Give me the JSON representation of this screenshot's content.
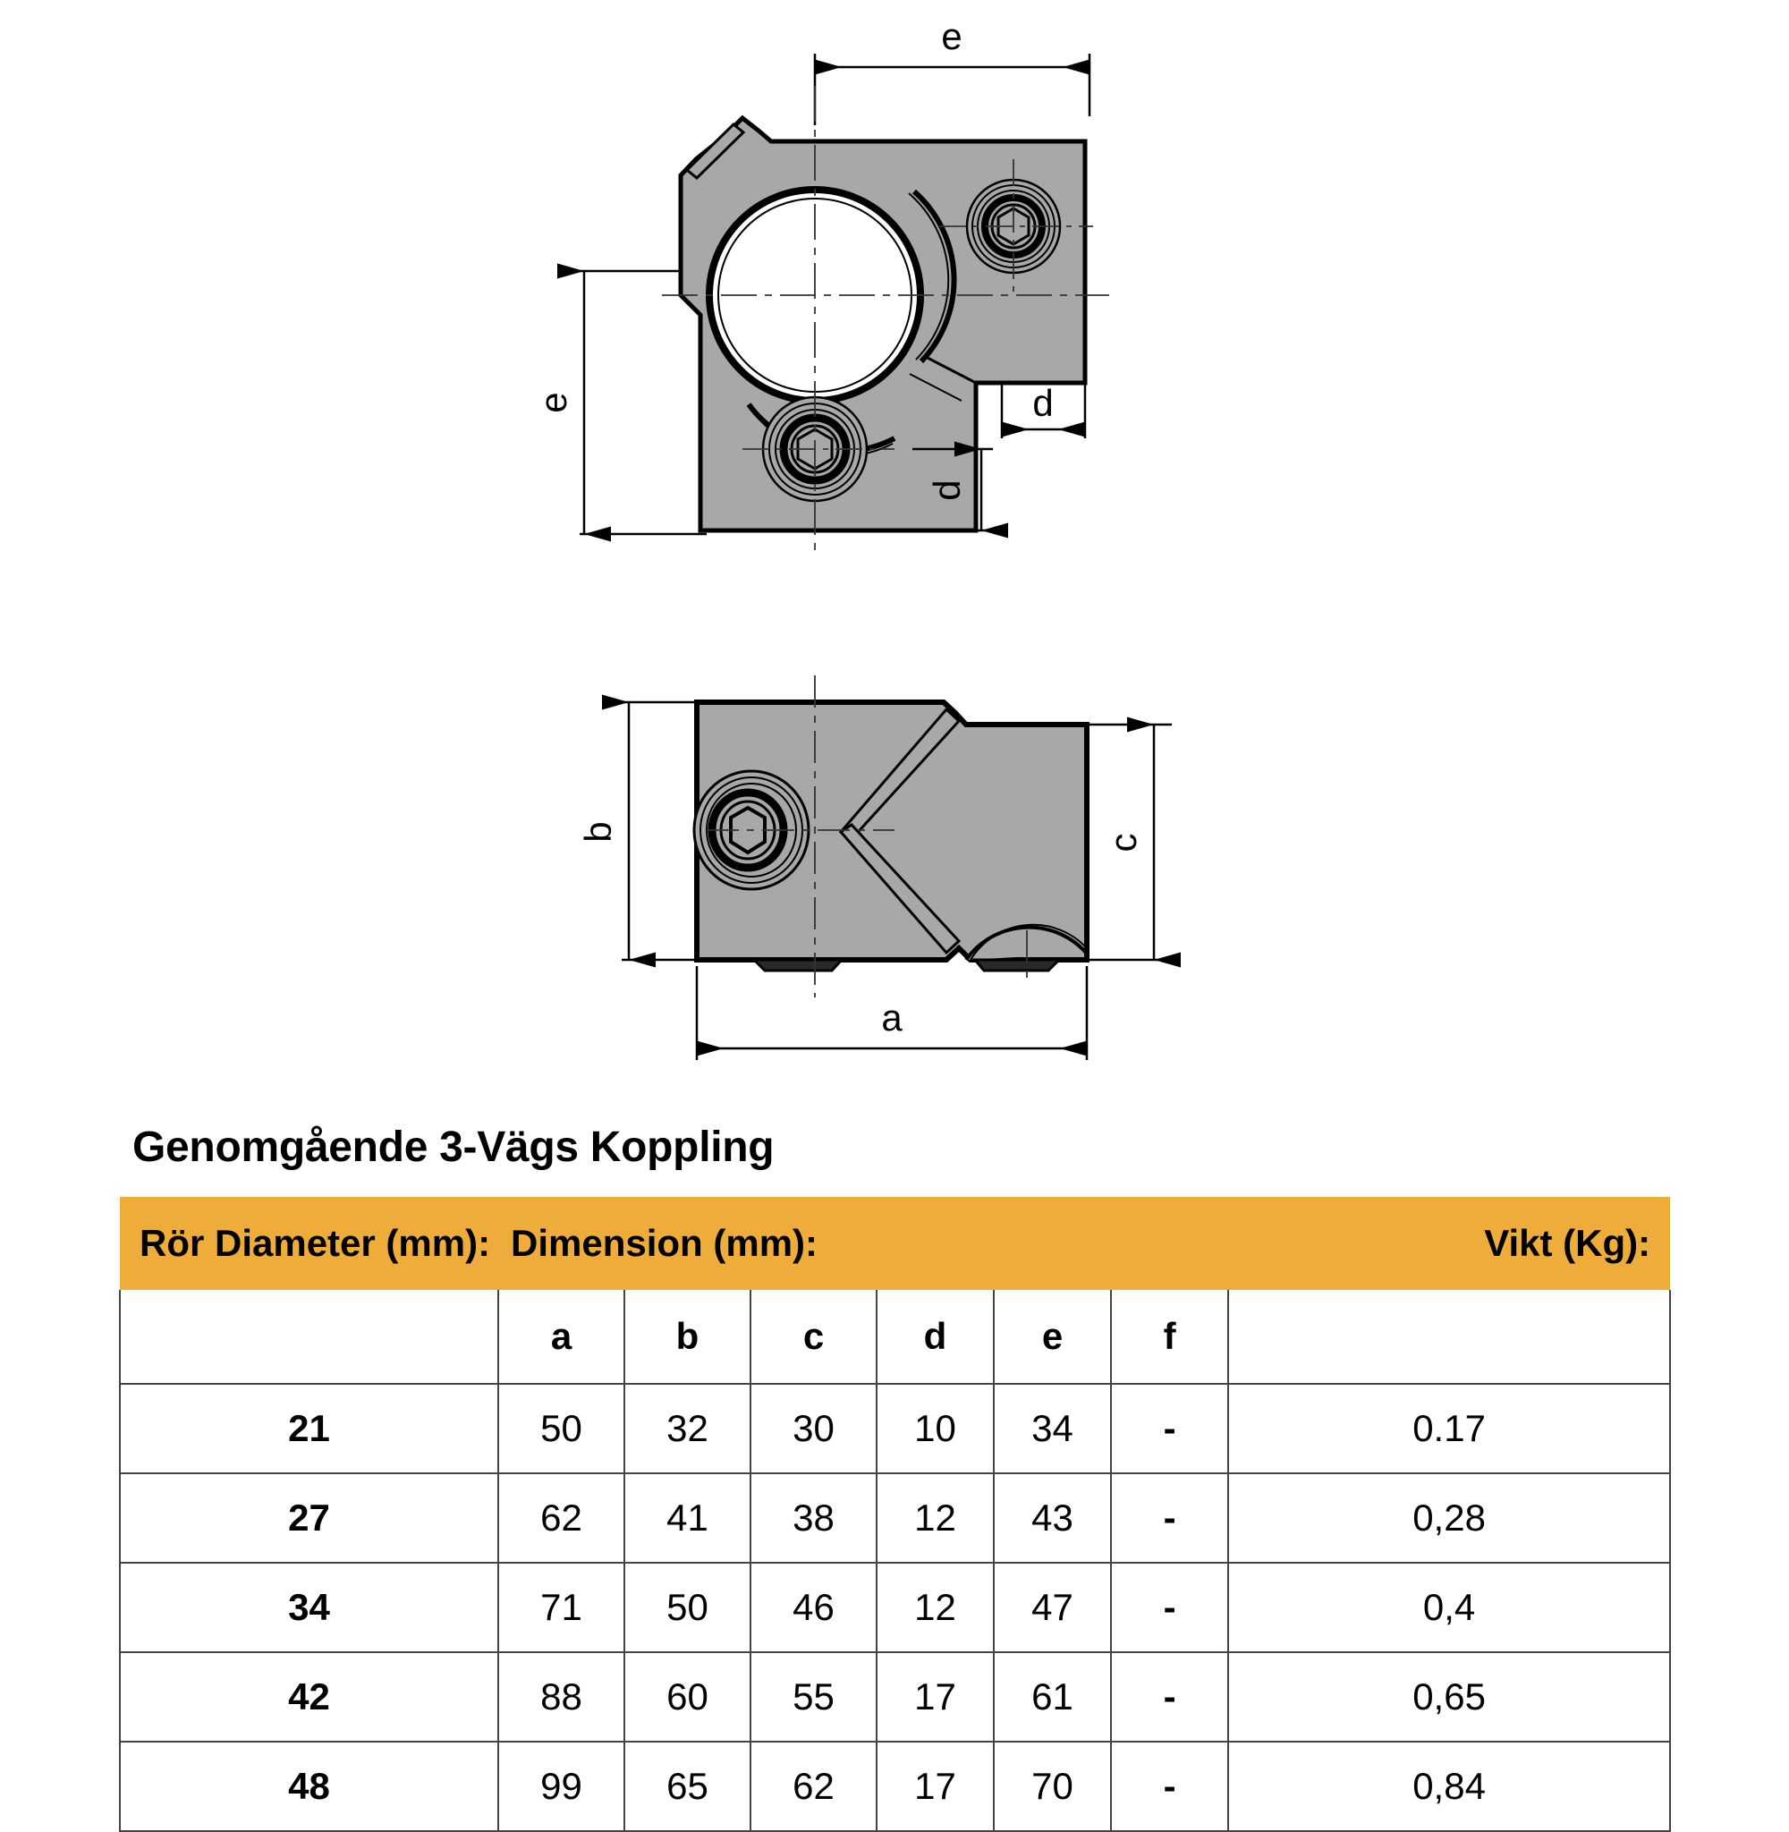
{
  "title": "Genomgående 3-Vägs Koppling",
  "colors": {
    "header_orange": "#eeac3a",
    "part_gray": "#a8a8a8",
    "line_black": "#000000",
    "table_border": "#444444"
  },
  "drawings": {
    "top_view": {
      "name": "top-view-three-way-through-coupling",
      "dimension_labels": [
        {
          "label": "e",
          "orientation": "horizontal",
          "position": "top"
        },
        {
          "label": "e",
          "orientation": "vertical",
          "position": "left"
        },
        {
          "label": "d",
          "orientation": "horizontal",
          "position": "right"
        },
        {
          "label": "d",
          "orientation": "vertical",
          "position": "right-lower"
        }
      ]
    },
    "side_view": {
      "name": "side-view-three-way-through-coupling",
      "dimension_labels": [
        {
          "label": "b",
          "orientation": "vertical",
          "position": "left"
        },
        {
          "label": "c",
          "orientation": "vertical",
          "position": "right"
        },
        {
          "label": "a",
          "orientation": "horizontal",
          "position": "bottom"
        }
      ]
    }
  },
  "table": {
    "banner": {
      "diameter_header": "Rör  Diameter (mm):",
      "dimension_header": "Dimension (mm):",
      "weight_header": "Vikt (Kg):"
    },
    "letters": {
      "blank_left": "",
      "a": "a",
      "b": "b",
      "c": "c",
      "d": "d",
      "e": "e",
      "f": "f",
      "blank_right": ""
    },
    "rows": [
      {
        "dia": "21",
        "a": "50",
        "b": "32",
        "c": "30",
        "d": "10",
        "e": "34",
        "f": "-",
        "weight": "0.17"
      },
      {
        "dia": "27",
        "a": "62",
        "b": "41",
        "c": "38",
        "d": "12",
        "e": "43",
        "f": "-",
        "weight": "0,28"
      },
      {
        "dia": "34",
        "a": "71",
        "b": "50",
        "c": "46",
        "d": "12",
        "e": "47",
        "f": "-",
        "weight": "0,4"
      },
      {
        "dia": "42",
        "a": "88",
        "b": "60",
        "c": "55",
        "d": "17",
        "e": "61",
        "f": "-",
        "weight": "0,65"
      },
      {
        "dia": "48",
        "a": "99",
        "b": "65",
        "c": "62",
        "d": "17",
        "e": "70",
        "f": "-",
        "weight": "0,84"
      }
    ]
  },
  "chart_data": {
    "type": "table",
    "title": "Genomgående 3-Vägs Koppling",
    "categories": [
      "21",
      "27",
      "34",
      "42",
      "48"
    ],
    "xlabel": "Rör Diameter (mm)",
    "ylabel": "Dimension (mm)",
    "series": [
      {
        "name": "a",
        "values": [
          50,
          62,
          71,
          88,
          99
        ]
      },
      {
        "name": "b",
        "values": [
          32,
          41,
          50,
          60,
          65
        ]
      },
      {
        "name": "c",
        "values": [
          30,
          38,
          46,
          55,
          62
        ]
      },
      {
        "name": "d",
        "values": [
          10,
          12,
          12,
          17,
          17
        ]
      },
      {
        "name": "e",
        "values": [
          34,
          43,
          47,
          61,
          70
        ]
      },
      {
        "name": "f",
        "values": [
          null,
          null,
          null,
          null,
          null
        ]
      },
      {
        "name": "Vikt (Kg)",
        "values": [
          0.17,
          0.28,
          0.4,
          0.65,
          0.84
        ]
      }
    ]
  }
}
